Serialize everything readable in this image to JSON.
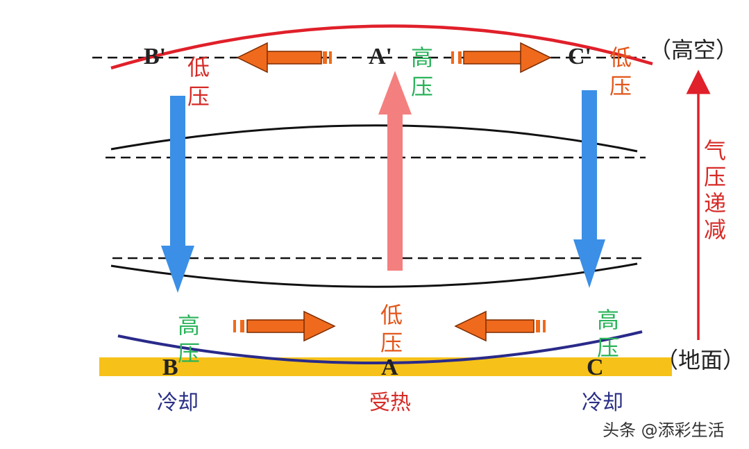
{
  "labels": {
    "top_left": "B'",
    "top_center": "A'",
    "top_right": "C'",
    "bottom_left": "B",
    "bottom_center": "A",
    "bottom_right": "C",
    "top_left_pressure": [
      "低",
      "压"
    ],
    "top_center_pressure": [
      "高",
      "压"
    ],
    "top_right_pressure": [
      "低",
      "压"
    ],
    "bottom_left_pressure": [
      "高",
      "压"
    ],
    "bottom_center_pressure": [
      "低",
      "压"
    ],
    "bottom_right_pressure": [
      "高",
      "压"
    ],
    "high_altitude": "（高空）",
    "ground": "（地面）",
    "pressure_decrease": [
      "气",
      "压",
      "递",
      "减"
    ],
    "cooling_left": "冷却",
    "heating": "受热",
    "cooling_right": "冷却",
    "watermark": "头条 @添彩生活"
  },
  "colors": {
    "red_label": "#d62b27",
    "green_label": "#2ab35a",
    "orange_label": "#e2571b",
    "blue_arrow": "#3b8fe6",
    "pink_arrow": "#f47f7f",
    "orange_arrow": "#ef6a1c",
    "ground_bar": "#f6c21a",
    "curve_top": "#e0202a",
    "curve_bottom": "#2a2a8a",
    "dark_text": "#222222",
    "navy_text": "#2a2f86"
  }
}
